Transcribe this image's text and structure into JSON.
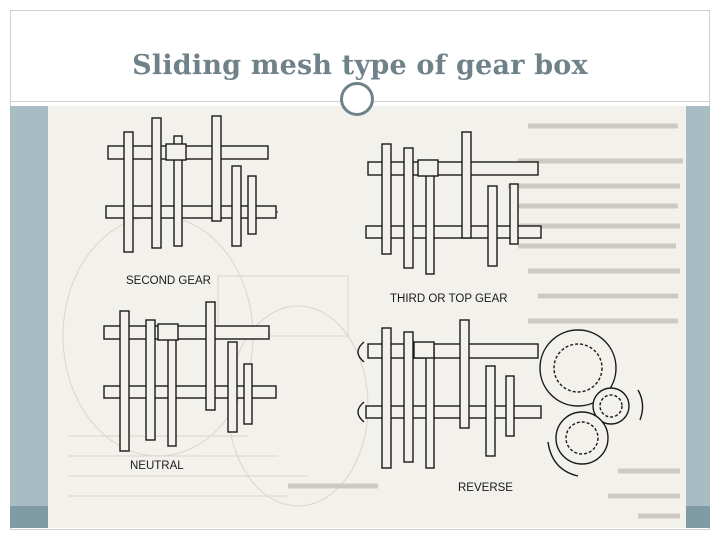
{
  "slide": {
    "title": "Sliding mesh type of gear box",
    "accent_color": "#6f8289",
    "sidebar_color": "#a7bdc3"
  },
  "figure": {
    "panels": [
      {
        "label": "SECOND GEAR"
      },
      {
        "label": "THIRD OR TOP GEAR"
      },
      {
        "label": "NEUTRAL"
      },
      {
        "label": "REVERSE"
      }
    ]
  }
}
